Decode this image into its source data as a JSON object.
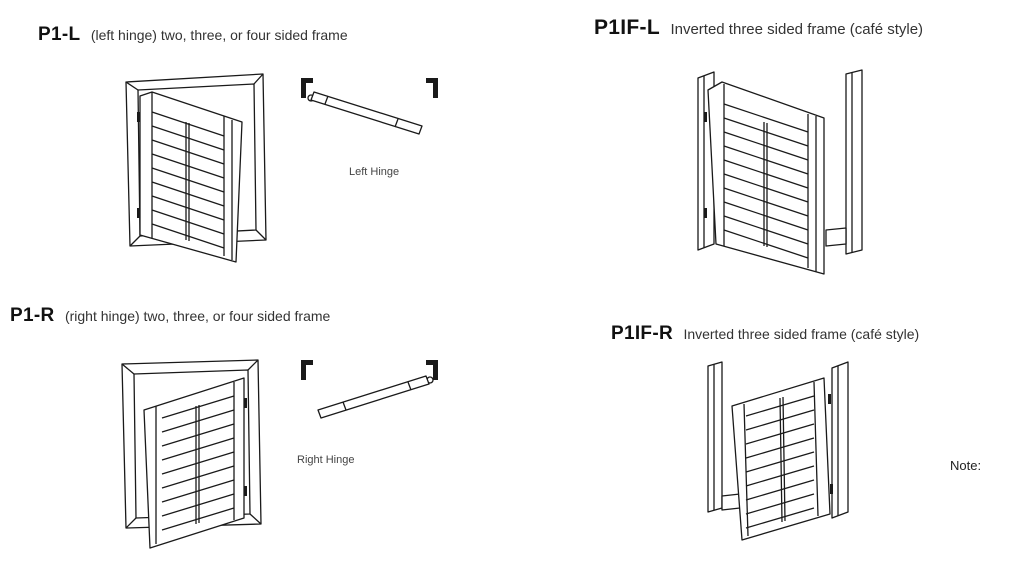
{
  "p1l": {
    "code": "P1-L",
    "description": "(left hinge) two, three, or four sided frame",
    "caption": "Left Hinge"
  },
  "p1r": {
    "code": "P1-R",
    "description": "(right hinge) two, three, or four sided frame",
    "caption": "Right Hinge"
  },
  "p1ifl": {
    "code": "P1IF-L",
    "description": "Inverted three sided frame (café style)"
  },
  "p1ifr": {
    "code": "P1IF-R",
    "description": "Inverted three sided frame (café style)"
  },
  "note_label": "Note:"
}
